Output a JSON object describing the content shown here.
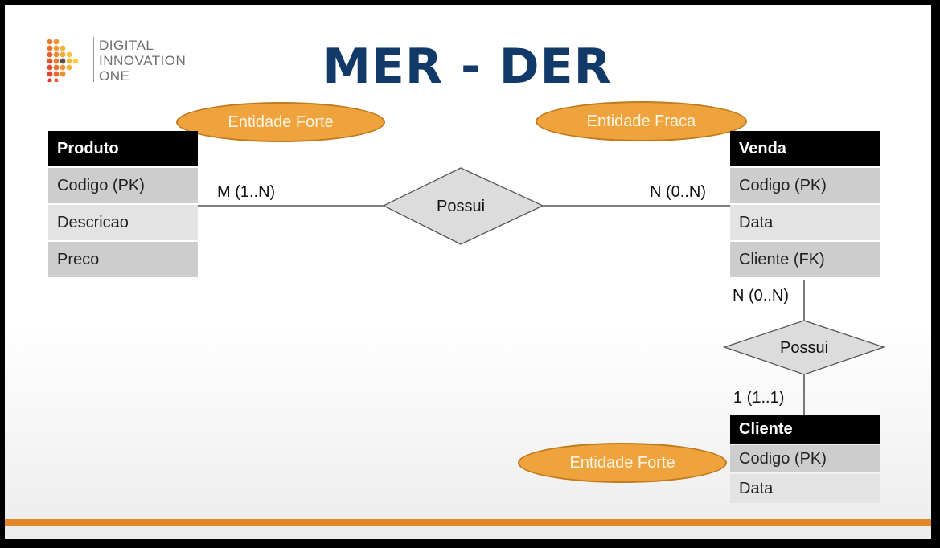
{
  "logo": {
    "line1": "DIGITAL",
    "line2": "INNOVATION",
    "line3": "ONE",
    "icon": "dotted-play-icon"
  },
  "title": "MER - DER",
  "colors": {
    "title": "#123a68",
    "ellipse_fill": "#eea33c",
    "bar": "#e2862a"
  },
  "ellipses": {
    "produto": "Entidade Forte",
    "venda": "Entidade Fraca",
    "cliente": "Entidade Forte"
  },
  "entities": {
    "produto": {
      "name": "Produto",
      "attributes": [
        "Codigo (PK)",
        "Descricao",
        "Preco"
      ]
    },
    "venda": {
      "name": "Venda",
      "attributes": [
        "Codigo (PK)",
        "Data",
        "Cliente (FK)"
      ]
    },
    "cliente": {
      "name": "Cliente",
      "attributes": [
        "Codigo (PK)",
        "Data"
      ]
    }
  },
  "relationships": {
    "produto_venda": {
      "label": "Possui",
      "left_cardinality": "M (1..N)",
      "right_cardinality": "N (0..N)"
    },
    "venda_cliente": {
      "label": "Possui",
      "top_cardinality": "N (0..N)",
      "bottom_cardinality": "1 (1..1)"
    }
  }
}
